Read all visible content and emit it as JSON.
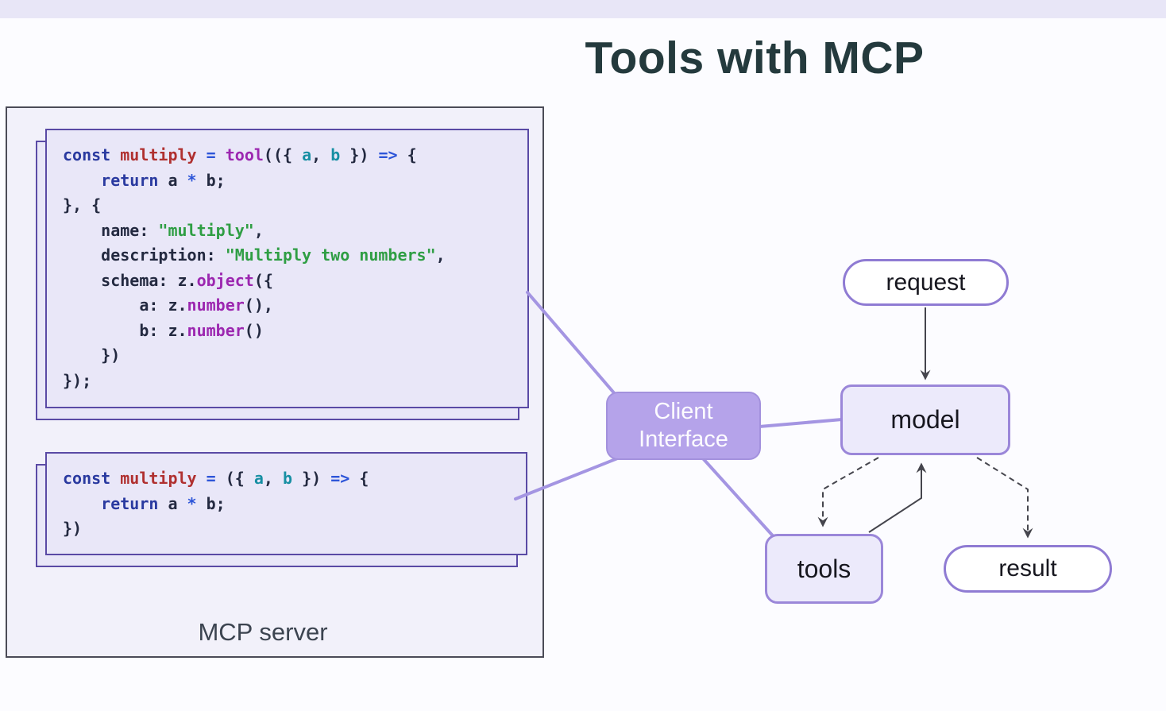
{
  "page": {
    "title": "Tools with MCP"
  },
  "colors": {
    "top_bar": "#e8e6f7",
    "page_background": "#fcfcff",
    "title_text": "#243a3d",
    "mcp_box_fill": "#f2f1fa",
    "mcp_box_border": "#4b4b57",
    "code_sheet_fill": "#e9e7f8",
    "code_sheet_border": "#5a4aa5",
    "connector_purple": "#a495e2",
    "node_border_purple": "#9b87d9",
    "node_fill_light": "#eceafb",
    "client_node_fill": "#b5a3ea",
    "arrow_dark": "#45454d",
    "code_keyword": "#2a3aa0",
    "code_name_red": "#b03030",
    "code_operator": "#2d55d8",
    "code_builtin_purple": "#9c27b0",
    "code_param_teal": "#178fa3",
    "code_string_green": "#2f9e44"
  },
  "mcp_server": {
    "label": "MCP server",
    "code_blocks": [
      {
        "lines": [
          [
            [
              "kw",
              "const"
            ],
            [
              "pl",
              " "
            ],
            [
              "nm",
              "multiply"
            ],
            [
              "pl",
              " "
            ],
            [
              "op",
              "="
            ],
            [
              "pl",
              " "
            ],
            [
              "bi",
              "tool"
            ],
            [
              "pl",
              "(({ "
            ],
            [
              "pr",
              "a"
            ],
            [
              "pl",
              ", "
            ],
            [
              "pr",
              "b"
            ],
            [
              "pl",
              " }) "
            ],
            [
              "op",
              "=>"
            ],
            [
              "pl",
              " {"
            ]
          ],
          [
            [
              "pl",
              "    "
            ],
            [
              "kw",
              "return"
            ],
            [
              "pl",
              " a "
            ],
            [
              "op",
              "*"
            ],
            [
              "pl",
              " b;"
            ]
          ],
          [
            [
              "pl",
              "}, {"
            ]
          ],
          [
            [
              "pl",
              "    name: "
            ],
            [
              "st",
              "\"multiply\""
            ],
            [
              "pl",
              ","
            ]
          ],
          [
            [
              "pl",
              "    description: "
            ],
            [
              "st",
              "\"Multiply two numbers\""
            ],
            [
              "pl",
              ","
            ]
          ],
          [
            [
              "pl",
              "    schema: z."
            ],
            [
              "bi",
              "object"
            ],
            [
              "pl",
              "({"
            ]
          ],
          [
            [
              "pl",
              "        a: z."
            ],
            [
              "bi",
              "number"
            ],
            [
              "pl",
              "(),"
            ]
          ],
          [
            [
              "pl",
              "        b: z."
            ],
            [
              "bi",
              "number"
            ],
            [
              "pl",
              "()"
            ]
          ],
          [
            [
              "pl",
              "    })"
            ]
          ],
          [
            [
              "pl",
              "});"
            ]
          ]
        ]
      },
      {
        "lines": [
          [
            [
              "kw",
              "const"
            ],
            [
              "pl",
              " "
            ],
            [
              "nm",
              "multiply"
            ],
            [
              "pl",
              " "
            ],
            [
              "op",
              "="
            ],
            [
              "pl",
              " ({ "
            ],
            [
              "pr",
              "a"
            ],
            [
              "pl",
              ", "
            ],
            [
              "pr",
              "b"
            ],
            [
              "pl",
              " }) "
            ],
            [
              "op",
              "=>"
            ],
            [
              "pl",
              " {"
            ]
          ],
          [
            [
              "pl",
              "    "
            ],
            [
              "kw",
              "return"
            ],
            [
              "pl",
              " a "
            ],
            [
              "op",
              "*"
            ],
            [
              "pl",
              " b;"
            ]
          ],
          [
            [
              "pl",
              "})"
            ]
          ]
        ]
      }
    ]
  },
  "diagram": {
    "nodes": {
      "request": {
        "label": "request",
        "shape": "pill"
      },
      "model": {
        "label": "model",
        "shape": "rounded-rect"
      },
      "client_interface": {
        "label_line1": "Client",
        "label_line2": "Interface",
        "shape": "rounded-rect"
      },
      "tools": {
        "label": "tools",
        "shape": "rounded-rect"
      },
      "result": {
        "label": "result",
        "shape": "pill"
      }
    },
    "edges": [
      {
        "from": "code-block-1",
        "to": "client-interface",
        "style": "purple-line"
      },
      {
        "from": "code-block-2",
        "to": "client-interface",
        "style": "purple-line"
      },
      {
        "from": "client-interface",
        "to": "model",
        "style": "purple-line"
      },
      {
        "from": "client-interface",
        "to": "tools",
        "style": "purple-line"
      },
      {
        "from": "request",
        "to": "model",
        "style": "solid-arrow"
      },
      {
        "from": "model",
        "to": "tools",
        "style": "dashed-arrow"
      },
      {
        "from": "tools",
        "to": "model",
        "style": "solid-arrow"
      },
      {
        "from": "model",
        "to": "result",
        "style": "dashed-arrow"
      }
    ]
  }
}
